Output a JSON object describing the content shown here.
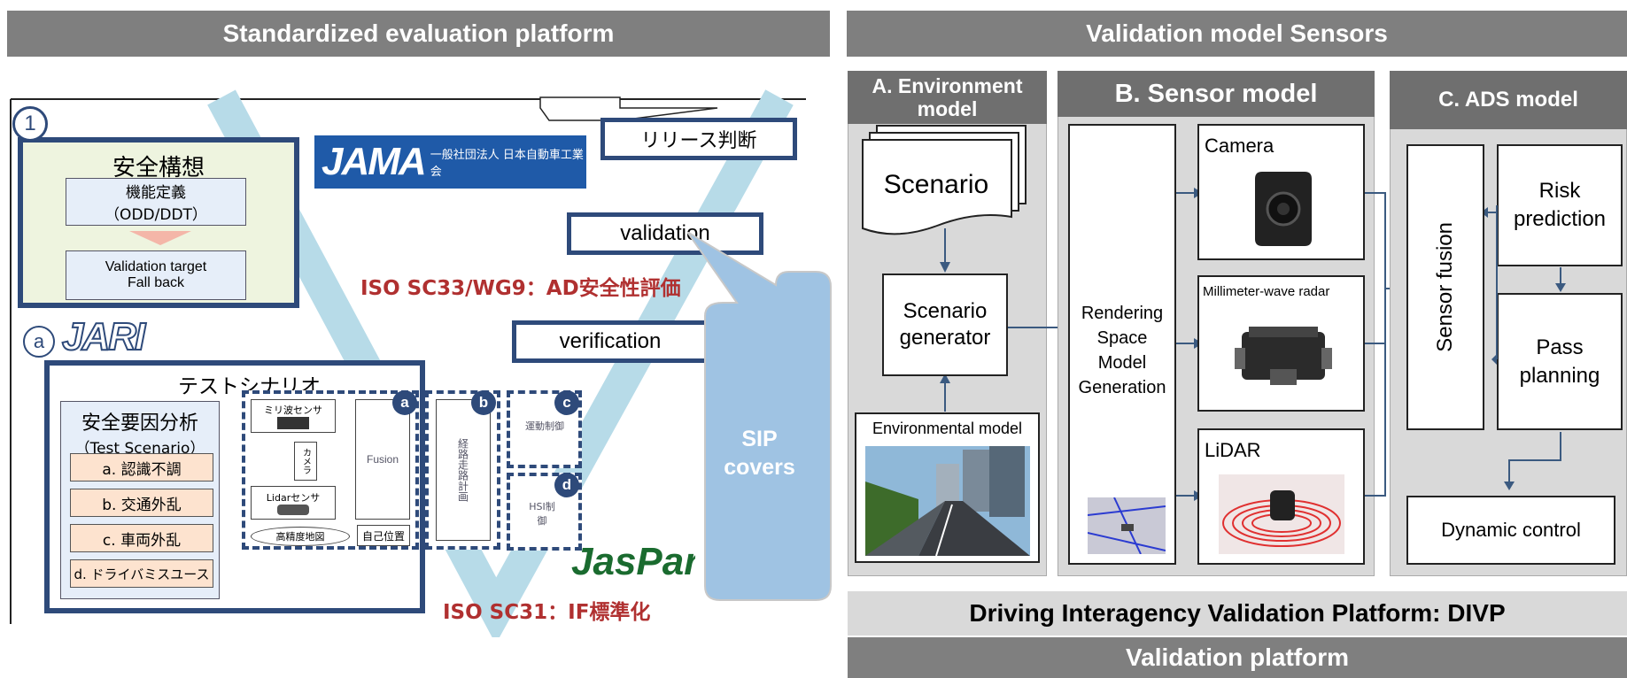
{
  "left": {
    "title": "Standardized evaluation platform",
    "badge1": "1",
    "badge_a": "a",
    "safety_concept": "安全構想",
    "func_def": "機能定義",
    "odd_ddt": "（ODD/DDT）",
    "val_target": "Validation target",
    "fall_back": "Fall back",
    "jama_logo": "JAMA",
    "jama_sub": "一般社団法人 日本自動車工業会",
    "jari_logo": "JARI",
    "release": "リリース判断",
    "validation": "validation",
    "iso_wg9": "ISO SC33/WG9：AD安全性評価",
    "verification": "verification",
    "test_scenario": "テストシナリオ",
    "safety_factor": "安全要因分析",
    "test_scenario_en": "（Test Scenario）",
    "factors": [
      "a. 認識不調",
      "b. 交通外乱",
      "c. 車両外乱",
      "d. ドライバミスユース"
    ],
    "mmw_sensor": "ミリ波センサ",
    "camera_jp": "カメラ",
    "lidar_sensor": "Lidarセンサ",
    "fusion": "Fusion",
    "hd_map": "高精度地図",
    "self_pos": "自己位置",
    "route_plan": "経路走路計画",
    "motion_ctrl": "運動制御",
    "hsi_ctrl": "HSI制御",
    "mod_a": "a",
    "mod_b": "b",
    "mod_c": "c",
    "mod_d": "d",
    "sip_covers_1": "SIP",
    "sip_covers_2": "covers",
    "jaspar_logo": "JasPar",
    "iso_sc31": "ISO SC31：IF標準化"
  },
  "right": {
    "title": "Validation model Sensors",
    "env_header": "A. Environment model",
    "scenario": "Scenario",
    "scenario_gen_1": "Scenario",
    "scenario_gen_2": "generator",
    "env_model": "Environmental model",
    "sensor_header": "B. Sensor model",
    "rendering": [
      "Rendering",
      "Space",
      "Model",
      "Generation"
    ],
    "camera": "Camera",
    "mmw_radar": "Millimeter-wave radar",
    "lidar": "LiDAR",
    "ads_header": "C. ADS model",
    "sensor_fusion": "Sensor fusion",
    "risk_1": "Risk",
    "risk_2": "prediction",
    "pass_1": "Pass",
    "pass_2": "planning",
    "dynamic": "Dynamic control",
    "divp": "Driving Interagency Validation Platform: DIVP",
    "platform": "Validation platform"
  },
  "colors": {
    "banner": "#7f7f7f",
    "navy": "#2e4a7a",
    "light_blue": "#9fc3e3",
    "panel": "#d9d9d9",
    "iso_red": "#b03030"
  }
}
